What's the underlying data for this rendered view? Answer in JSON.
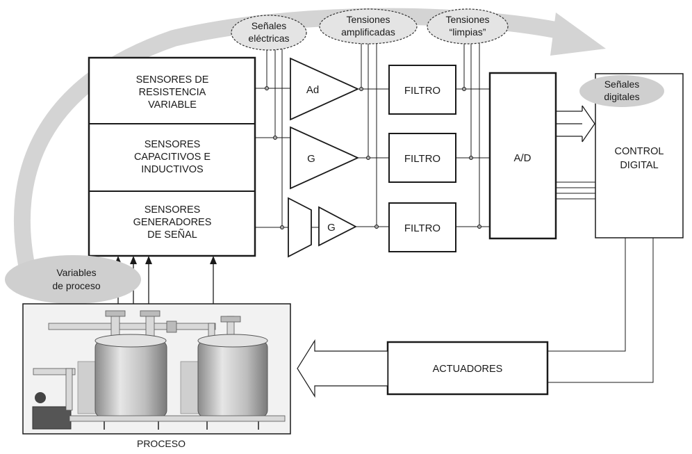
{
  "sensor_blocks": {
    "resistive": [
      "SENSORES DE",
      "RESISTENCIA",
      "VARIABLE"
    ],
    "capacitive": [
      "SENSORES",
      "CAPACITIVOS E",
      "INDUCTIVOS"
    ],
    "generators": [
      "SENSORES",
      "GENERADORES",
      "DE SEÑAL"
    ]
  },
  "amplifiers": {
    "differential": "Ad",
    "gain_1": "G",
    "gain_2": "G"
  },
  "filters": [
    "FILTRO",
    "FILTRO",
    "FILTRO"
  ],
  "converter": "A/D",
  "control": [
    "CONTROL",
    "DIGITAL"
  ],
  "actuators": "ACTUADORES",
  "process": "PROCESO",
  "ovals": {
    "electric_signals": [
      "Señales",
      "eléctricas"
    ],
    "amplified_voltages": [
      "Tensiones",
      "amplificadas"
    ],
    "clean_voltages": [
      "Tensiones",
      "“limpias”"
    ],
    "digital_signals": [
      "Señales",
      "digitales"
    ],
    "process_variables": [
      "Variables",
      "de proceso"
    ]
  },
  "colors": {
    "stroke": "#1a1a1a",
    "flow_arrow": "#d4d4d4",
    "oval_fill": "#cfcfcf",
    "tank": "#c8c8c8",
    "panel": "#f2f2f2"
  }
}
